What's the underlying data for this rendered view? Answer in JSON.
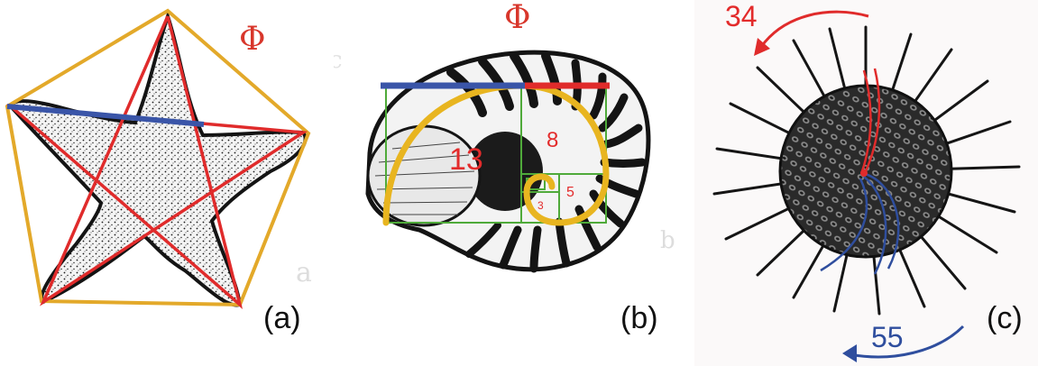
{
  "panels": [
    {
      "id": "a",
      "label": "(a)",
      "phi": "Φ"
    },
    {
      "id": "b",
      "label": "(b)",
      "phi": "Φ",
      "numbers": [
        "13",
        "8",
        "5",
        "3"
      ]
    },
    {
      "id": "c",
      "label": "(c)",
      "spiral_counts": [
        "34",
        "55"
      ]
    }
  ],
  "colors": {
    "pentagon": "#e3a92a",
    "star_lines": "#e02b2b",
    "diagonal": "#3a55a8",
    "golden_spiral": "#e8b520",
    "fibonacci_boxes": "#4faa3a",
    "ink": "#141414",
    "arrow_red": "#e02b2b",
    "arrow_blue": "#2f4e9e"
  }
}
